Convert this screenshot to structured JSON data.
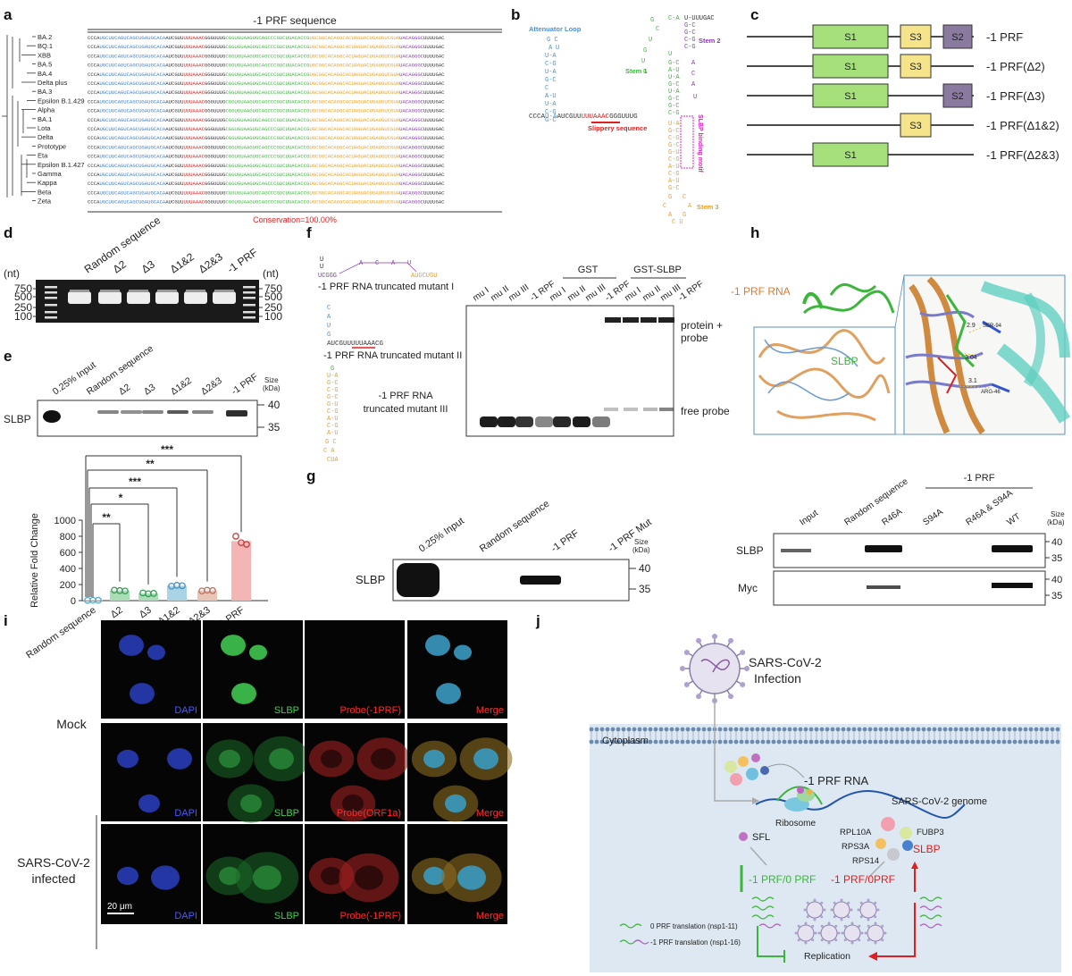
{
  "panels": {
    "a": {
      "letter": "a",
      "title": "-1 PRF sequence",
      "conservation": "Conservation=100.00%",
      "variants": [
        "BA.2",
        "BQ.1",
        "XBB",
        "BA.5",
        "BA.4",
        "Delta plus",
        "BA.3",
        "Epsilon B.1.429",
        "Alpha",
        "BA.1",
        "Lota",
        "Delta",
        "Prototype",
        "Eta",
        "Epsilon B.1.427",
        "Gamma",
        "Kappa",
        "Beta",
        "Zeta"
      ],
      "seq_segments": [
        {
          "text": "CCCA",
          "color": "#333333"
        },
        {
          "text": "UGCUUCAGUCAGCUGAUGCACA",
          "color": "#3a7fd0"
        },
        {
          "text": "AUCGUU",
          "color": "#333333"
        },
        {
          "text": "UUUAAAC",
          "color": "#e02020"
        },
        {
          "text": "GGGUUUG",
          "color": "#333333"
        },
        {
          "text": "CGGUGUAAGUGCAGCCCGUCUUACACCG",
          "color": "#3bb63b"
        },
        {
          "text": "UGCGGCACAGGCACUAGUACUGAUGUCGUA",
          "color": "#e8a020"
        },
        {
          "text": "UACAGGGC",
          "color": "#8a3ab0"
        },
        {
          "text": "UUUUGAC",
          "color": "#333333"
        }
      ]
    },
    "b": {
      "letter": "b",
      "attenuator_loop": "Attenuator Loop",
      "stem1": "Stem 1",
      "stem2": "Stem 2",
      "stem3": "Stem 3",
      "slippery": "Slippery sequence",
      "sbp_motif": "SLBP binding motif",
      "base_seq_dark": "CCCA",
      "base_seq_blue": "U-A",
      "base_seq_mid": "AUCGUU",
      "base_seq_red": "UUUAAAC",
      "base_seq_end": "GGGUUUG",
      "top_seq": "UUUGAC"
    },
    "c": {
      "letter": "c",
      "constructs": [
        {
          "label": "-1 PRF",
          "s1": "S1",
          "s3": "S3",
          "s2": "S2",
          "has_s1": true,
          "has_s3": true,
          "has_s2": true
        },
        {
          "label": "-1 PRF(Δ2)",
          "s1": "S1",
          "s3": "S3",
          "s2": "",
          "has_s1": true,
          "has_s3": true,
          "has_s2": false
        },
        {
          "label": "-1 PRF(Δ3)",
          "s1": "S1",
          "s3": "",
          "s2": "S2",
          "has_s1": true,
          "has_s3": false,
          "has_s2": true
        },
        {
          "label": "-1 PRF(Δ1&2)",
          "s1": "",
          "s3": "S3",
          "s2": "",
          "has_s1": false,
          "has_s3": true,
          "has_s2": false
        },
        {
          "label": "-1 PRF(Δ2&3)",
          "s1": "S1",
          "s3": "",
          "s2": "",
          "has_s1": true,
          "has_s3": false,
          "has_s2": false
        }
      ]
    },
    "d": {
      "letter": "d",
      "lanes": [
        "Random sequence",
        "Δ2",
        "Δ3",
        "Δ1&2",
        "Δ2&3",
        "-1 PRF"
      ],
      "unit": "(nt)",
      "markers": [
        "750",
        "500",
        "250",
        "100"
      ]
    },
    "e": {
      "letter": "e",
      "lanes": [
        "0.25% Input",
        "Random sequence",
        "Δ2",
        "Δ3",
        "Δ1&2",
        "Δ2&3",
        "-1 PRF"
      ],
      "protein": "SLBP",
      "size_label": "Size",
      "size_unit": "(kDa)",
      "markers": [
        "40",
        "35"
      ],
      "sig": [
        "***",
        "**",
        "***",
        "*",
        "**"
      ]
    },
    "f": {
      "letter": "f",
      "mutant1": "-1 PRF RNA truncated mutant I",
      "mutant2": "-1 PRF RNA truncated mutant II",
      "mutant3a": "-1 PRF RNA",
      "mutant3b": "truncated mutant III",
      "seq_m1_left": "UCGGG",
      "seq_m1_right": "AUGCUGU",
      "seq_m2": "AUCGUUUUUAAACG",
      "group_gst": "GST",
      "group_gstslbp": "GST-SLBP",
      "lanes": [
        "mu I",
        "mu II",
        "mu III",
        "-1 RPF",
        "mu I",
        "mu II",
        "mu III",
        "-1 RPF",
        "mu I",
        "mu II",
        "mu III",
        "-1 RPF"
      ],
      "protein_probe": "protein +",
      "protein_probe2": "probe",
      "free_probe": "free probe"
    },
    "g": {
      "letter": "g",
      "lanes": [
        "0.25% Input",
        "Random sequence",
        "-1 PRF",
        "-1 PRF Mut"
      ],
      "protein": "SLBP",
      "size_label": "Size",
      "size_unit": "(kDa)",
      "markers": [
        "40",
        "35"
      ]
    },
    "h": {
      "letter": "h",
      "rna_label": "-1 PRF RNA",
      "protein_label": "SLBP",
      "dist1": "2.9",
      "dist2": "3.04",
      "dist3": "3.1",
      "res1": "SER-94",
      "res2": "ARG-46",
      "group": "-1 PRF",
      "lanes": [
        "Input",
        "Random sequence",
        "R46A",
        "S94A",
        "R46A & S94A",
        "WT"
      ],
      "blot1": "SLBP",
      "blot2": "Myc",
      "size_label": "Size",
      "size_unit": "(kDa)",
      "markers": [
        "40",
        "35"
      ]
    },
    "i": {
      "letter": "i",
      "row1": "Mock",
      "row2a": "SARS-CoV-2",
      "row2b": "infected",
      "cols": [
        [
          "DAPI",
          "SLBP",
          "Probe(-1PRF)",
          "Merge"
        ],
        [
          "DAPI",
          "SLBP",
          "Probe(ORF1a)",
          "Merge"
        ],
        [
          "DAPI",
          "SLBP",
          "Probe(-1PRF)",
          "Merge"
        ]
      ],
      "scale": "20 μm"
    },
    "j": {
      "letter": "j",
      "virus": "SARS-CoV-2",
      "infection": "Infection",
      "cytoplasm": "Cytoplasm",
      "prf_rna": "-1 PRF RNA",
      "genome": "SARS-CoV-2 genome",
      "ribosome": "Ribosome",
      "rpl10a": "RPL10A",
      "fubp3": "FUBP3",
      "rps3a": "RPS3A",
      "rps14": "RPS14",
      "slbp": "SLBP",
      "sfl": "SFL",
      "left_ratio": "-1 PRF/0 PRF",
      "right_ratio": "-1 PRF/0PRF",
      "legend1": "0 PRF translation (nsp1-11)",
      "legend2": "-1 PRF translation (nsp1-16)",
      "replication": "Replication"
    }
  },
  "chart_data": {
    "type": "bar",
    "categories": [
      "Random sequence",
      "Δ2",
      "Δ3",
      "Δ1&2",
      "Δ2&3",
      "-1 PRF"
    ],
    "values": [
      5,
      125,
      90,
      185,
      125,
      740
    ],
    "points": [
      [
        3,
        5,
        4
      ],
      [
        130,
        125,
        120
      ],
      [
        95,
        85,
        90
      ],
      [
        180,
        190,
        185
      ],
      [
        120,
        130,
        125
      ],
      [
        800,
        720,
        700
      ]
    ],
    "colors": [
      "#9bd3e6",
      "#a8ddb5",
      "#a8ddb5",
      "#a9d4e6",
      "#e8c5b5",
      "#f4b5b5"
    ],
    "point_colors": [
      "#5aa8c8",
      "#3a9a5a",
      "#3a9a5a",
      "#4a90c0",
      "#c07060",
      "#c04040"
    ],
    "ylabel": "Relative Fold Change",
    "ylim": [
      0,
      1000
    ],
    "yticks": [
      0,
      200,
      400,
      600,
      800,
      1000
    ]
  }
}
